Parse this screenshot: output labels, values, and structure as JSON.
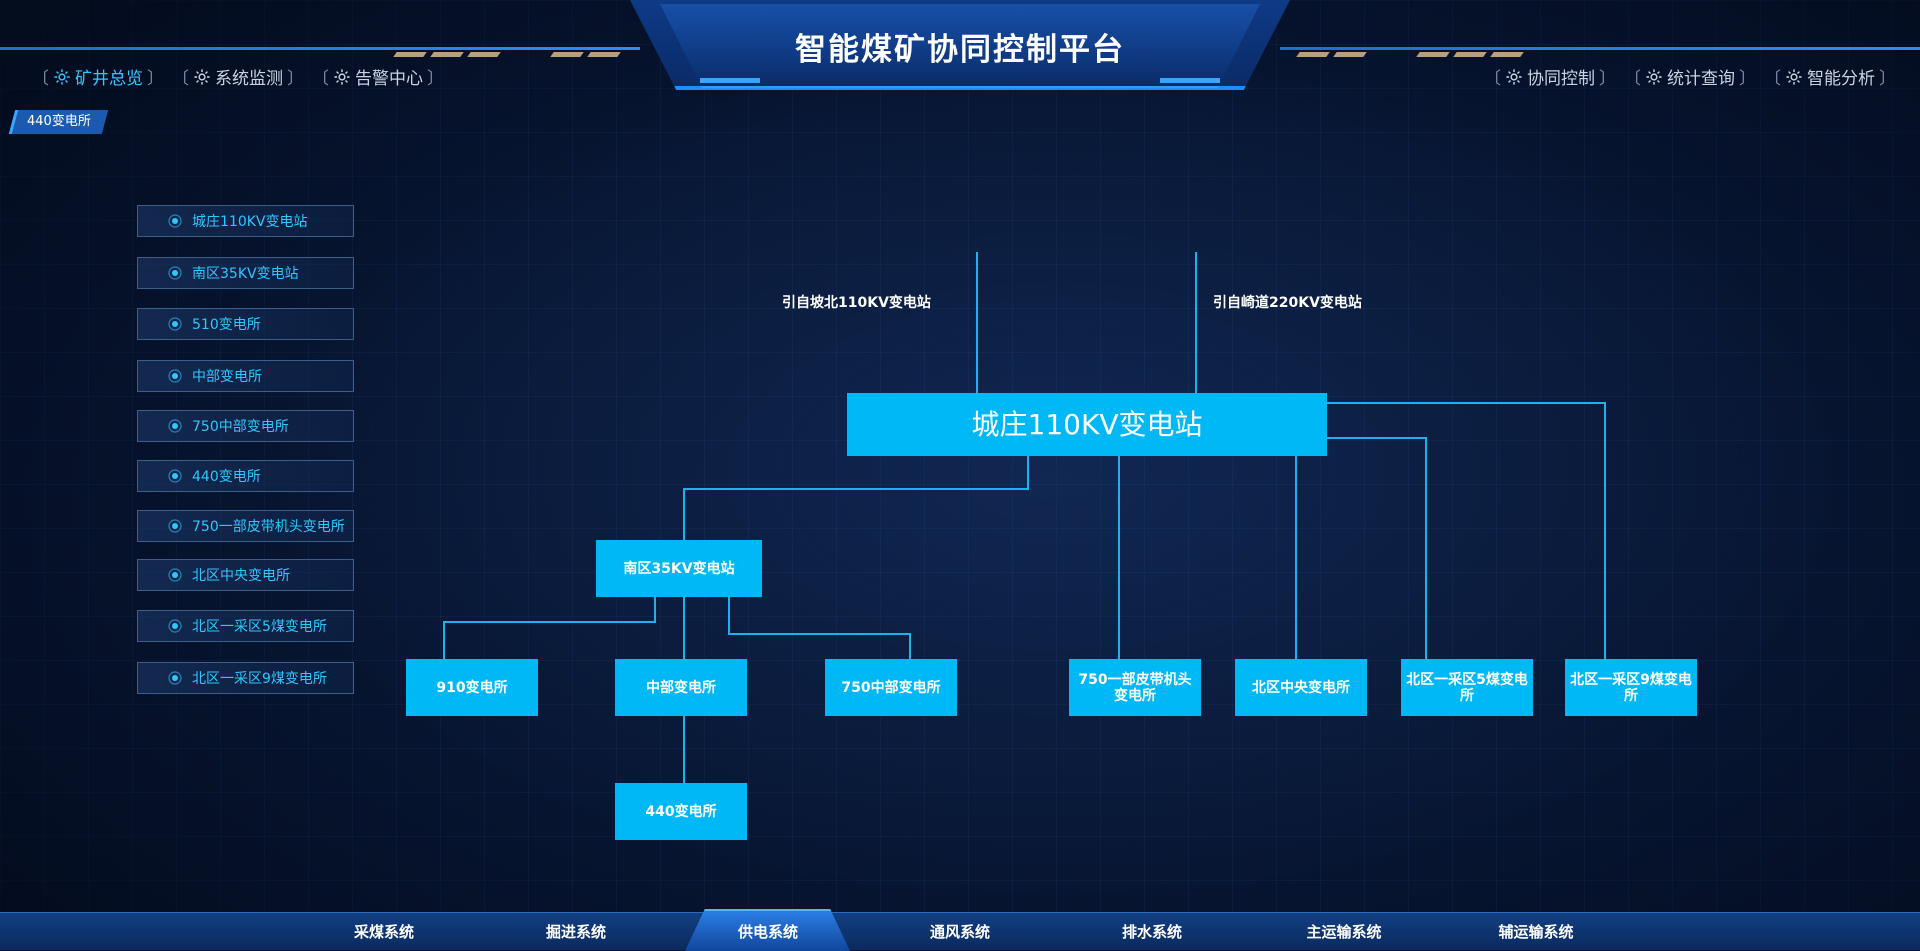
{
  "header": {
    "title": "智能煤矿协同控制平台",
    "nav_left": [
      {
        "label": "矿井总览",
        "icon": "gear-icon",
        "active": true
      },
      {
        "label": "系统监测",
        "icon": "gear-icon",
        "active": false
      },
      {
        "label": "告警中心",
        "icon": "gear-icon",
        "active": false
      }
    ],
    "nav_right": [
      {
        "label": "协同控制",
        "icon": "gear-icon"
      },
      {
        "label": "统计查询",
        "icon": "gear-icon"
      },
      {
        "label": "智能分析",
        "icon": "gear-icon"
      }
    ],
    "bracket_open": "〔",
    "bracket_close": "〕"
  },
  "breadcrumb": "440变电所",
  "sidebar": {
    "items": [
      {
        "label": "城庄110KV变电站",
        "icon": "location-pin-icon"
      },
      {
        "label": "南区35KV变电站",
        "icon": "location-pin-icon"
      },
      {
        "label": "510变电所",
        "icon": "location-pin-icon"
      },
      {
        "label": "中部变电所",
        "icon": "location-pin-icon"
      },
      {
        "label": "750中部变电所",
        "icon": "location-pin-icon"
      },
      {
        "label": "440变电所",
        "icon": "location-pin-icon"
      },
      {
        "label": "750一部皮带机头变电所",
        "icon": "location-pin-icon"
      },
      {
        "label": "北区中央变电所",
        "icon": "location-pin-icon"
      },
      {
        "label": "北区一采区5煤变电所",
        "icon": "location-pin-icon"
      },
      {
        "label": "北区一采区9煤变电所",
        "icon": "location-pin-icon"
      }
    ]
  },
  "diagram": {
    "sources": [
      "引自坡北110KV变电站",
      "引自崎道220KV变电站"
    ],
    "main": "城庄110KV变电站",
    "nanqu": "南区35KV变电站",
    "sub_910": "910变电所",
    "sub_zhongbu": "中部变电所",
    "sub_750zhongbu": "750中部变电所",
    "sub_440": "440变电所",
    "sub_750yibu": "750一部皮带机头变电所",
    "sub_beiqu_zhongyang": "北区中央变电所",
    "sub_beiqu_5mei": "北区一采区5煤变电所",
    "sub_beiqu_9mei": "北区一采区9煤变电所",
    "line_color": "#1fb0f0",
    "node_color": "#00b8f5"
  },
  "bottom_tabs": [
    {
      "label": "采煤系统",
      "active": false
    },
    {
      "label": "掘进系统",
      "active": false
    },
    {
      "label": "供电系统",
      "active": true
    },
    {
      "label": "通风系统",
      "active": false
    },
    {
      "label": "排水系统",
      "active": false
    },
    {
      "label": "主运输系统",
      "active": false
    },
    {
      "label": "辅运输系统",
      "active": false
    }
  ]
}
